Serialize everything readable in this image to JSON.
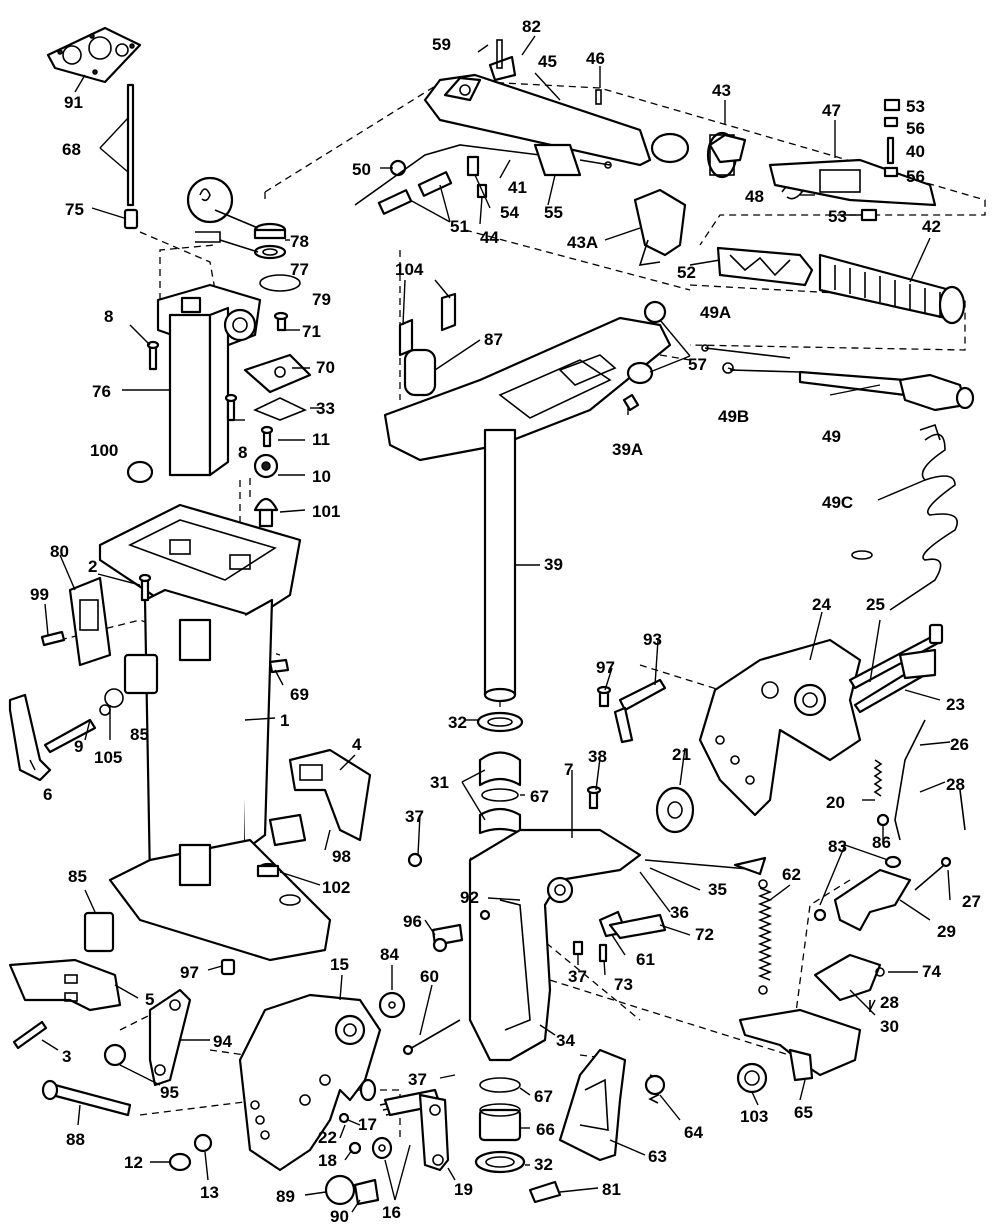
{
  "callouts": [
    {
      "id": "c91",
      "text": "91"
    },
    {
      "id": "c68",
      "text": "68"
    },
    {
      "id": "c75",
      "text": "75"
    },
    {
      "id": "c78",
      "text": "78"
    },
    {
      "id": "c77",
      "text": "77"
    },
    {
      "id": "c79",
      "text": "79"
    },
    {
      "id": "c8a",
      "text": "8"
    },
    {
      "id": "c71",
      "text": "71"
    },
    {
      "id": "c76",
      "text": "76"
    },
    {
      "id": "c70",
      "text": "70"
    },
    {
      "id": "c33",
      "text": "33"
    },
    {
      "id": "c8b",
      "text": "8"
    },
    {
      "id": "c11",
      "text": "11"
    },
    {
      "id": "c100",
      "text": "100"
    },
    {
      "id": "c10",
      "text": "10"
    },
    {
      "id": "c101",
      "text": "101"
    },
    {
      "id": "c59",
      "text": "59"
    },
    {
      "id": "c82",
      "text": "82"
    },
    {
      "id": "c45",
      "text": "45"
    },
    {
      "id": "c46",
      "text": "46"
    },
    {
      "id": "c43",
      "text": "43"
    },
    {
      "id": "c47",
      "text": "47"
    },
    {
      "id": "c53a",
      "text": "53"
    },
    {
      "id": "c56a",
      "text": "56"
    },
    {
      "id": "c40",
      "text": "40"
    },
    {
      "id": "c56b",
      "text": "56"
    },
    {
      "id": "c50",
      "text": "50"
    },
    {
      "id": "c41",
      "text": "41"
    },
    {
      "id": "c48",
      "text": "48"
    },
    {
      "id": "c53b",
      "text": "53"
    },
    {
      "id": "c51",
      "text": "51"
    },
    {
      "id": "c44",
      "text": "44"
    },
    {
      "id": "c54",
      "text": "54"
    },
    {
      "id": "c55",
      "text": "55"
    },
    {
      "id": "c43a",
      "text": "43A"
    },
    {
      "id": "c42",
      "text": "42"
    },
    {
      "id": "c52",
      "text": "52"
    },
    {
      "id": "c104",
      "text": "104"
    },
    {
      "id": "c87",
      "text": "87"
    },
    {
      "id": "c49a",
      "text": "49A"
    },
    {
      "id": "c57",
      "text": "57"
    },
    {
      "id": "c49b",
      "text": "49B"
    },
    {
      "id": "c39a",
      "text": "39A"
    },
    {
      "id": "c49",
      "text": "49"
    },
    {
      "id": "c49c",
      "text": "49C"
    },
    {
      "id": "c39",
      "text": "39"
    },
    {
      "id": "c80",
      "text": "80"
    },
    {
      "id": "c2",
      "text": "2"
    },
    {
      "id": "c99",
      "text": "99"
    },
    {
      "id": "c69",
      "text": "69"
    },
    {
      "id": "c85a",
      "text": "85"
    },
    {
      "id": "c1",
      "text": "1"
    },
    {
      "id": "c9",
      "text": "9"
    },
    {
      "id": "c105",
      "text": "105"
    },
    {
      "id": "c6",
      "text": "6"
    },
    {
      "id": "c4",
      "text": "4"
    },
    {
      "id": "c98",
      "text": "98"
    },
    {
      "id": "c102",
      "text": "102"
    },
    {
      "id": "c24",
      "text": "24"
    },
    {
      "id": "c25",
      "text": "25"
    },
    {
      "id": "c93",
      "text": "93"
    },
    {
      "id": "c97a",
      "text": "97"
    },
    {
      "id": "c23",
      "text": "23"
    },
    {
      "id": "c26",
      "text": "26"
    },
    {
      "id": "c21",
      "text": "21"
    },
    {
      "id": "c38",
      "text": "38"
    },
    {
      "id": "c7",
      "text": "7"
    },
    {
      "id": "c32a",
      "text": "32"
    },
    {
      "id": "c67a",
      "text": "67"
    },
    {
      "id": "c31",
      "text": "31"
    },
    {
      "id": "c28a",
      "text": "28"
    },
    {
      "id": "c20",
      "text": "20"
    },
    {
      "id": "c86",
      "text": "86"
    },
    {
      "id": "c83",
      "text": "83"
    },
    {
      "id": "c37a",
      "text": "37"
    },
    {
      "id": "c27",
      "text": "27"
    },
    {
      "id": "c29",
      "text": "29"
    },
    {
      "id": "c62",
      "text": "62"
    },
    {
      "id": "c85b",
      "text": "85"
    },
    {
      "id": "c92",
      "text": "92"
    },
    {
      "id": "c36",
      "text": "36"
    },
    {
      "id": "c35",
      "text": "35"
    },
    {
      "id": "c96",
      "text": "96"
    },
    {
      "id": "c72",
      "text": "72"
    },
    {
      "id": "c61",
      "text": "61"
    },
    {
      "id": "c37b",
      "text": "37"
    },
    {
      "id": "c73",
      "text": "73"
    },
    {
      "id": "c74",
      "text": "74"
    },
    {
      "id": "c28b",
      "text": "28"
    },
    {
      "id": "c30",
      "text": "30"
    },
    {
      "id": "c97b",
      "text": "97"
    },
    {
      "id": "c15",
      "text": "15"
    },
    {
      "id": "c84",
      "text": "84"
    },
    {
      "id": "c60",
      "text": "60"
    },
    {
      "id": "c5",
      "text": "5"
    },
    {
      "id": "c34",
      "text": "34"
    },
    {
      "id": "c3",
      "text": "3"
    },
    {
      "id": "c94",
      "text": "94"
    },
    {
      "id": "c95",
      "text": "95"
    },
    {
      "id": "c37c",
      "text": "37"
    },
    {
      "id": "c67b",
      "text": "67"
    },
    {
      "id": "c103",
      "text": "103"
    },
    {
      "id": "c65",
      "text": "65"
    },
    {
      "id": "c64",
      "text": "64"
    },
    {
      "id": "c88",
      "text": "88"
    },
    {
      "id": "c66",
      "text": "66"
    },
    {
      "id": "c17",
      "text": "17"
    },
    {
      "id": "c22",
      "text": "22"
    },
    {
      "id": "c18",
      "text": "18"
    },
    {
      "id": "c12",
      "text": "12"
    },
    {
      "id": "c13",
      "text": "13"
    },
    {
      "id": "c63",
      "text": "63"
    },
    {
      "id": "c32b",
      "text": "32"
    },
    {
      "id": "c19",
      "text": "19"
    },
    {
      "id": "c89",
      "text": "89"
    },
    {
      "id": "c81",
      "text": "81"
    },
    {
      "id": "c90",
      "text": "90"
    },
    {
      "id": "c16",
      "text": "16"
    }
  ]
}
